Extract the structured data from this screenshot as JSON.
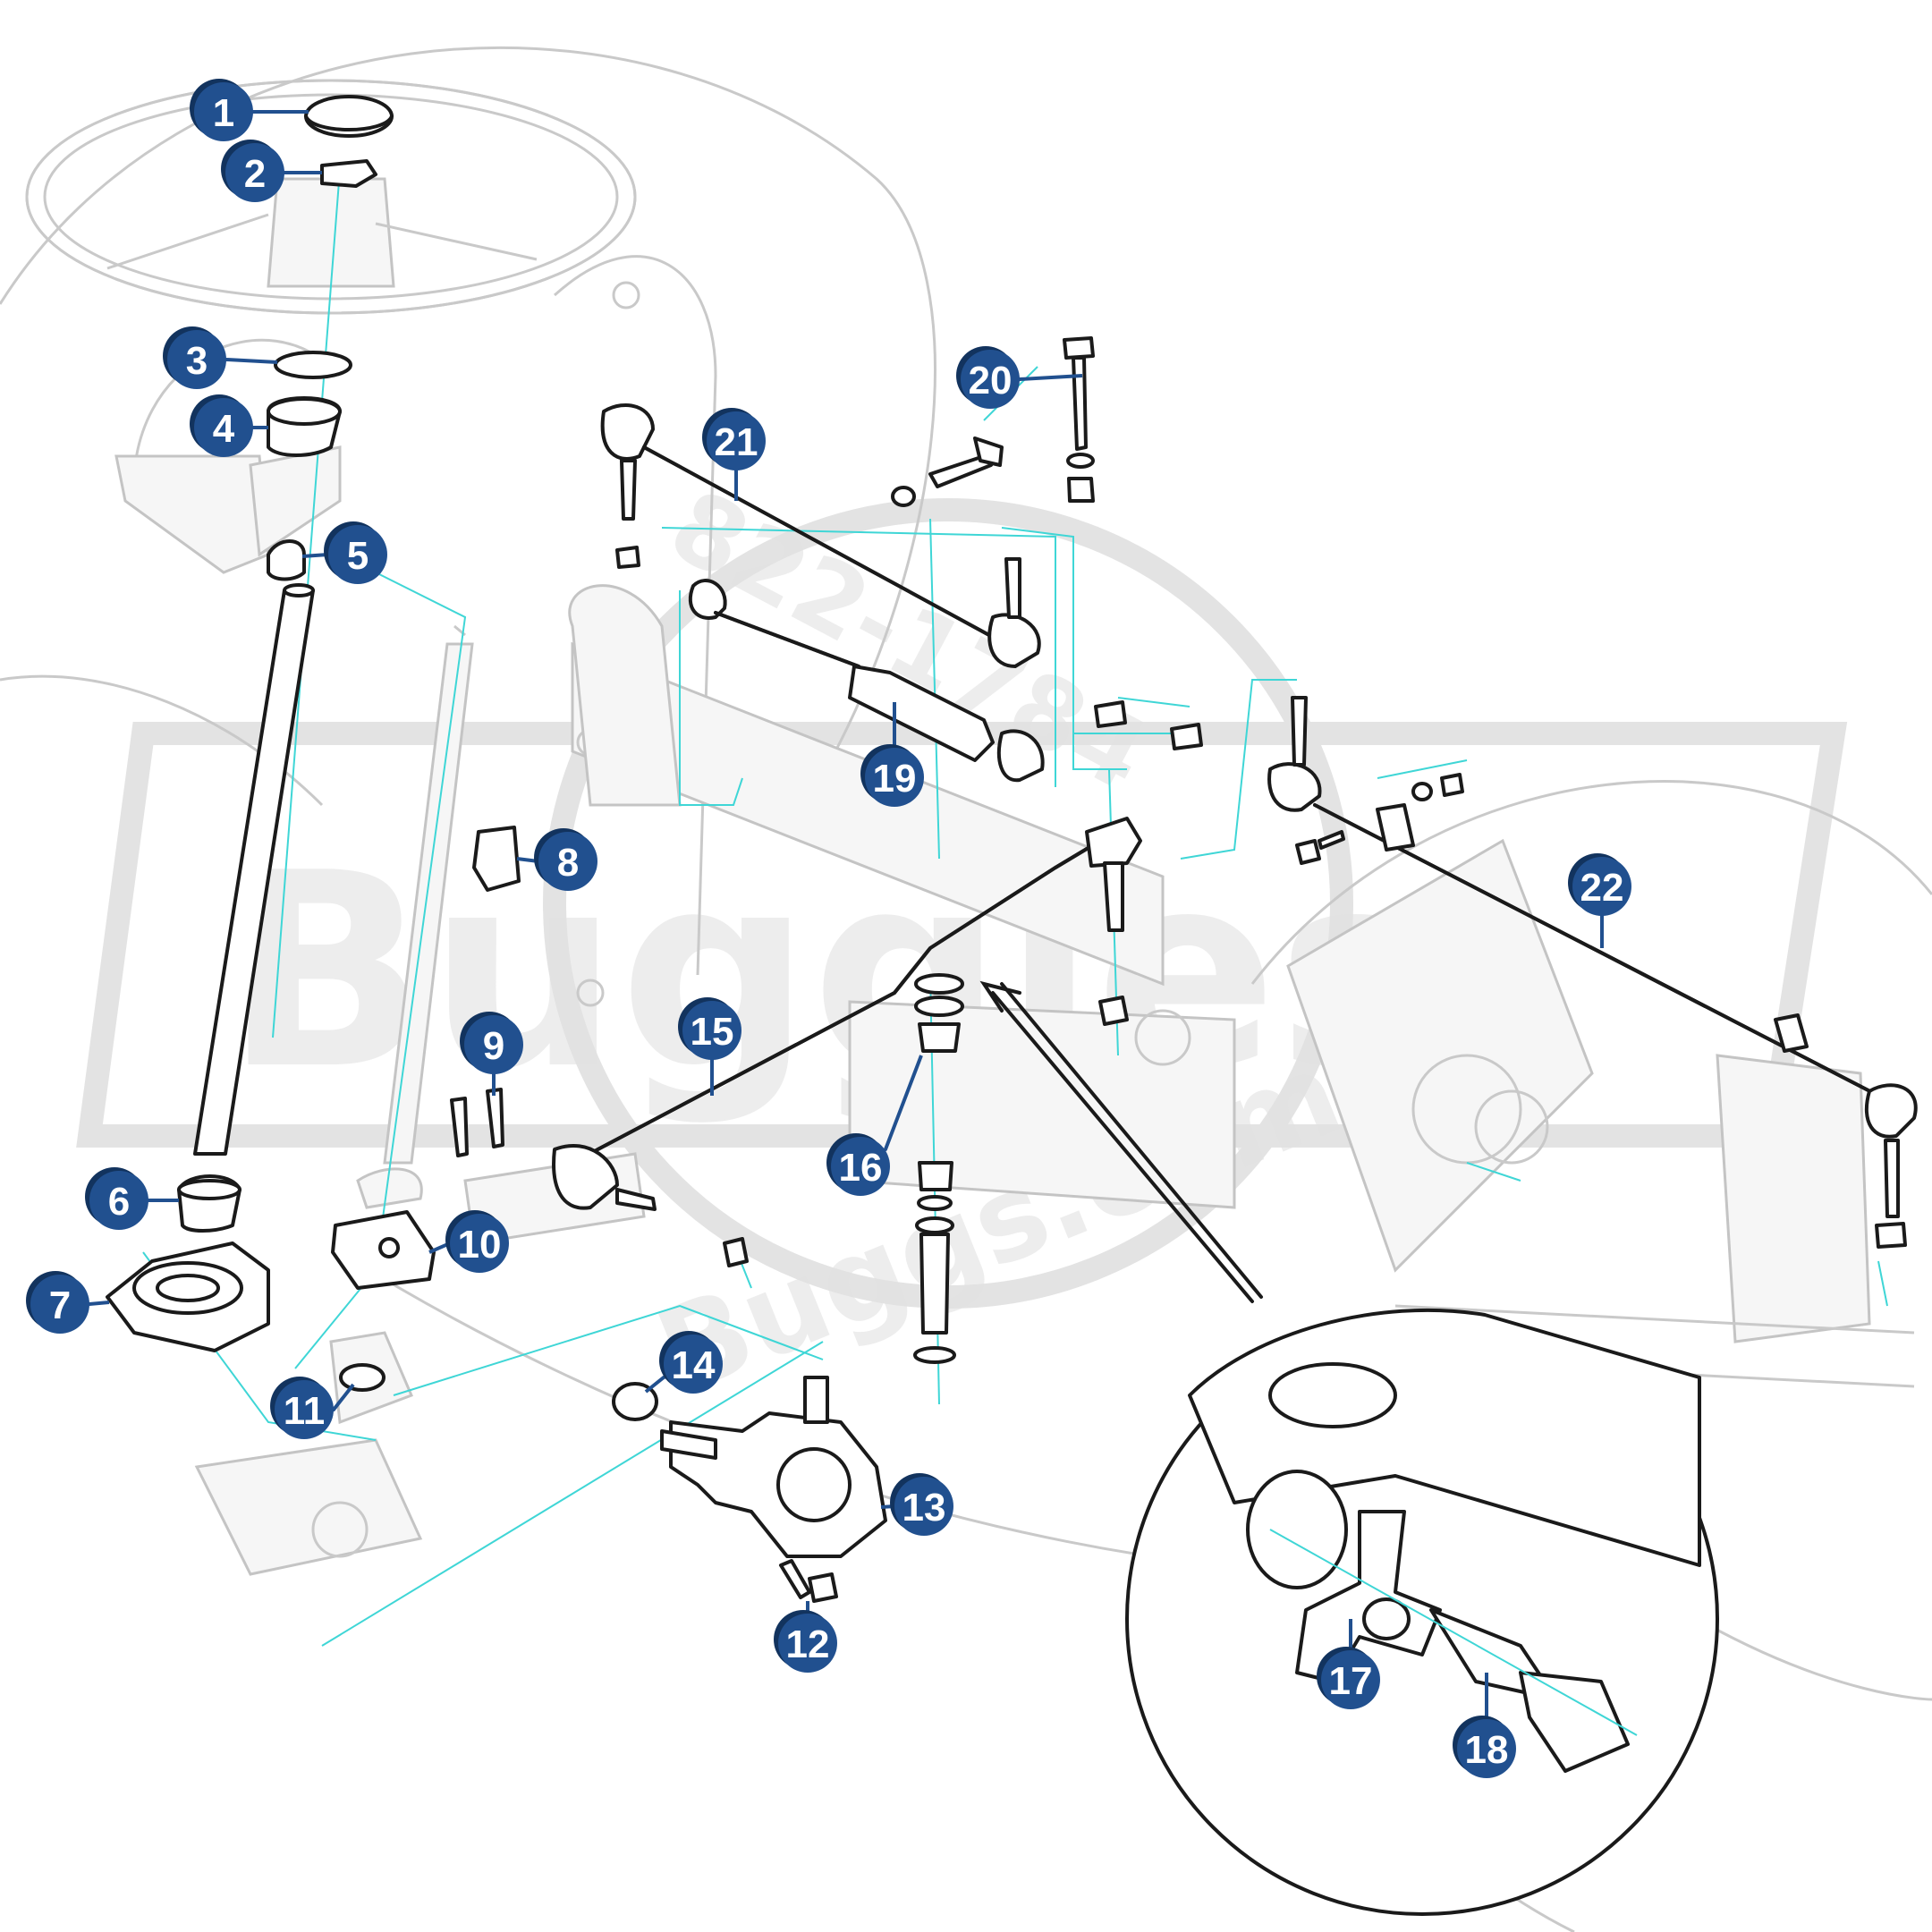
{
  "diagram": {
    "colors": {
      "badge": "#21508f",
      "badge_shadow": "#12335e",
      "guide": "#3fd6d6",
      "part_stroke": "#1a1a1a",
      "ghost_stroke": "#c9c9c9"
    },
    "watermark": {
      "brand": "Buggies",
      "digits": "822-1784",
      "site": "Buggs.com"
    },
    "callouts": [
      {
        "num": "1",
        "part": "hub-cap"
      },
      {
        "num": "2",
        "part": "steering-wheel-nut"
      },
      {
        "num": "3",
        "part": "snap-ring"
      },
      {
        "num": "4",
        "part": "upper-bushing"
      },
      {
        "num": "5",
        "part": "column-spring"
      },
      {
        "num": "6",
        "part": "lower-bushing"
      },
      {
        "num": "7",
        "part": "column-flange"
      },
      {
        "num": "8",
        "part": "column-clamp"
      },
      {
        "num": "9",
        "part": "mounting-bolts"
      },
      {
        "num": "10",
        "part": "mounting-plate"
      },
      {
        "num": "11",
        "part": "seal"
      },
      {
        "num": "12",
        "part": "gearbox-bolt"
      },
      {
        "num": "13",
        "part": "steering-gearbox"
      },
      {
        "num": "14",
        "part": "gearbox-seal"
      },
      {
        "num": "15",
        "part": "drag-link"
      },
      {
        "num": "16",
        "part": "spindle-bushings"
      },
      {
        "num": "17",
        "part": "lock-tab"
      },
      {
        "num": "18",
        "part": "adjusting-bolt"
      },
      {
        "num": "19",
        "part": "steering-damper"
      },
      {
        "num": "20",
        "part": "damper-mount-bolt"
      },
      {
        "num": "21",
        "part": "upper-tie-rod"
      },
      {
        "num": "22",
        "part": "lower-tie-rod"
      }
    ]
  }
}
